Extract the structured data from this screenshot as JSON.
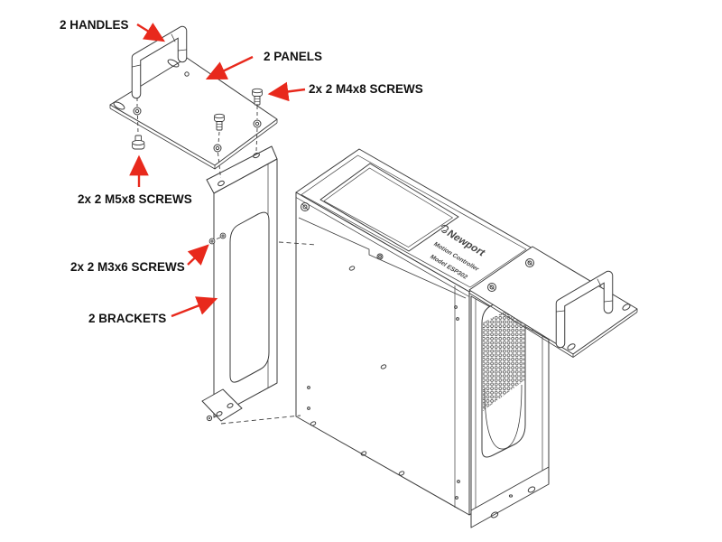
{
  "figure": {
    "type": "exploded assembly diagram",
    "subject": "Rack-mount kit for motion controller",
    "background_color": "#ffffff",
    "line_color": "#3b3b3b",
    "arrow_color": "#e8291c",
    "label_color": "#111111"
  },
  "callouts": {
    "handles": "2 HANDLES",
    "panels": "2 PANELS",
    "m4_screws": "2x 2 M4x8 SCREWS",
    "m5_screws": "2x 2 M5x8 SCREWS",
    "m3_screws": "2x 2 M3x6 SCREWS",
    "brackets": "2 BRACKETS"
  },
  "device_label": {
    "brand": "Newport",
    "product": "Motion Controller",
    "model": "Model ESP302"
  }
}
